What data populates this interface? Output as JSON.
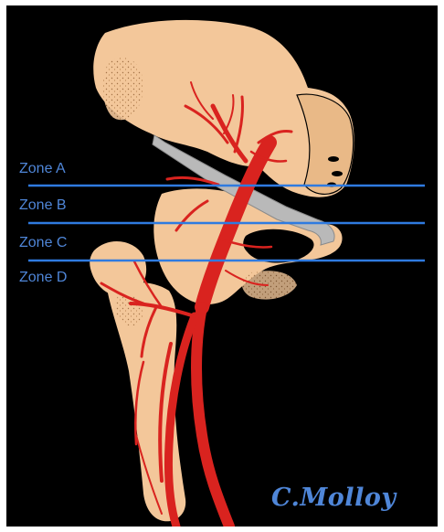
{
  "diagram": {
    "zones": [
      {
        "label": "Zone A"
      },
      {
        "label": "Zone B"
      },
      {
        "label": "Zone C"
      },
      {
        "label": "Zone D"
      }
    ],
    "signature": "C.Molloy",
    "colors": {
      "background": "#000000",
      "bone": "#f3c79a",
      "artery": "#d9231f",
      "zone_line": "#2f7be0",
      "zone_text": "#4f86d8",
      "retractor": "#b9b9b9"
    }
  }
}
